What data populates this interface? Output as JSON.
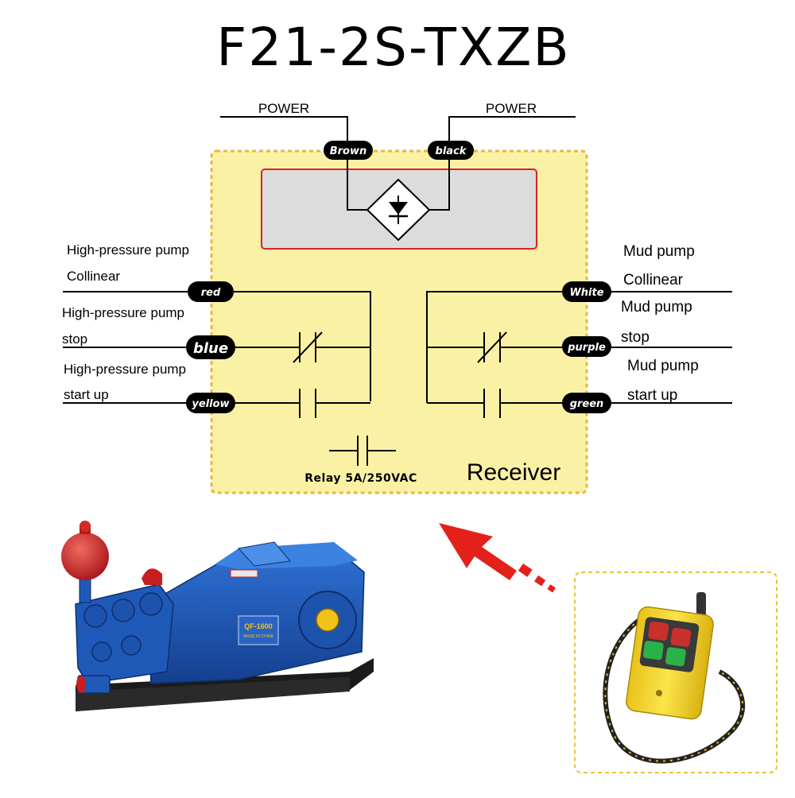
{
  "title": "F21-2S-TXZB",
  "power": {
    "left_label": "POWER",
    "right_label": "POWER"
  },
  "wires": {
    "brown": "Brown",
    "black": "black",
    "red": "red",
    "blue": "blue",
    "yellow": "yellow",
    "white": "White",
    "purple": "purple",
    "green": "green"
  },
  "left_labels": {
    "hp_pump_1": "High-pressure pump",
    "collinear": "Collinear",
    "hp_pump_2": "High-pressure pump",
    "stop": "stop",
    "hp_pump_3": "High-pressure pump",
    "start_up": "start up"
  },
  "right_labels": {
    "mud_pump_1": "Mud pump",
    "collinear": "Collinear",
    "mud_pump_2": "Mud pump",
    "stop": "stop",
    "mud_pump_3": "Mud pump",
    "start_up": "start up"
  },
  "relay_label": "Relay 5A/250VAC",
  "receiver_label": "Receiver",
  "pump_plate": {
    "model": "QF-1600",
    "made": "MADE IN CHINA"
  },
  "colors": {
    "receiver_fill": "#fbf1a5",
    "receiver_border": "#e6b93a",
    "rectifier_fill": "#dcdcdc",
    "rectifier_border": "#d8232a",
    "arrow": "#e3211a",
    "pump_blue": "#1f59b8",
    "pump_red": "#c81e1e",
    "remote_yellow": "#f5d92a"
  }
}
